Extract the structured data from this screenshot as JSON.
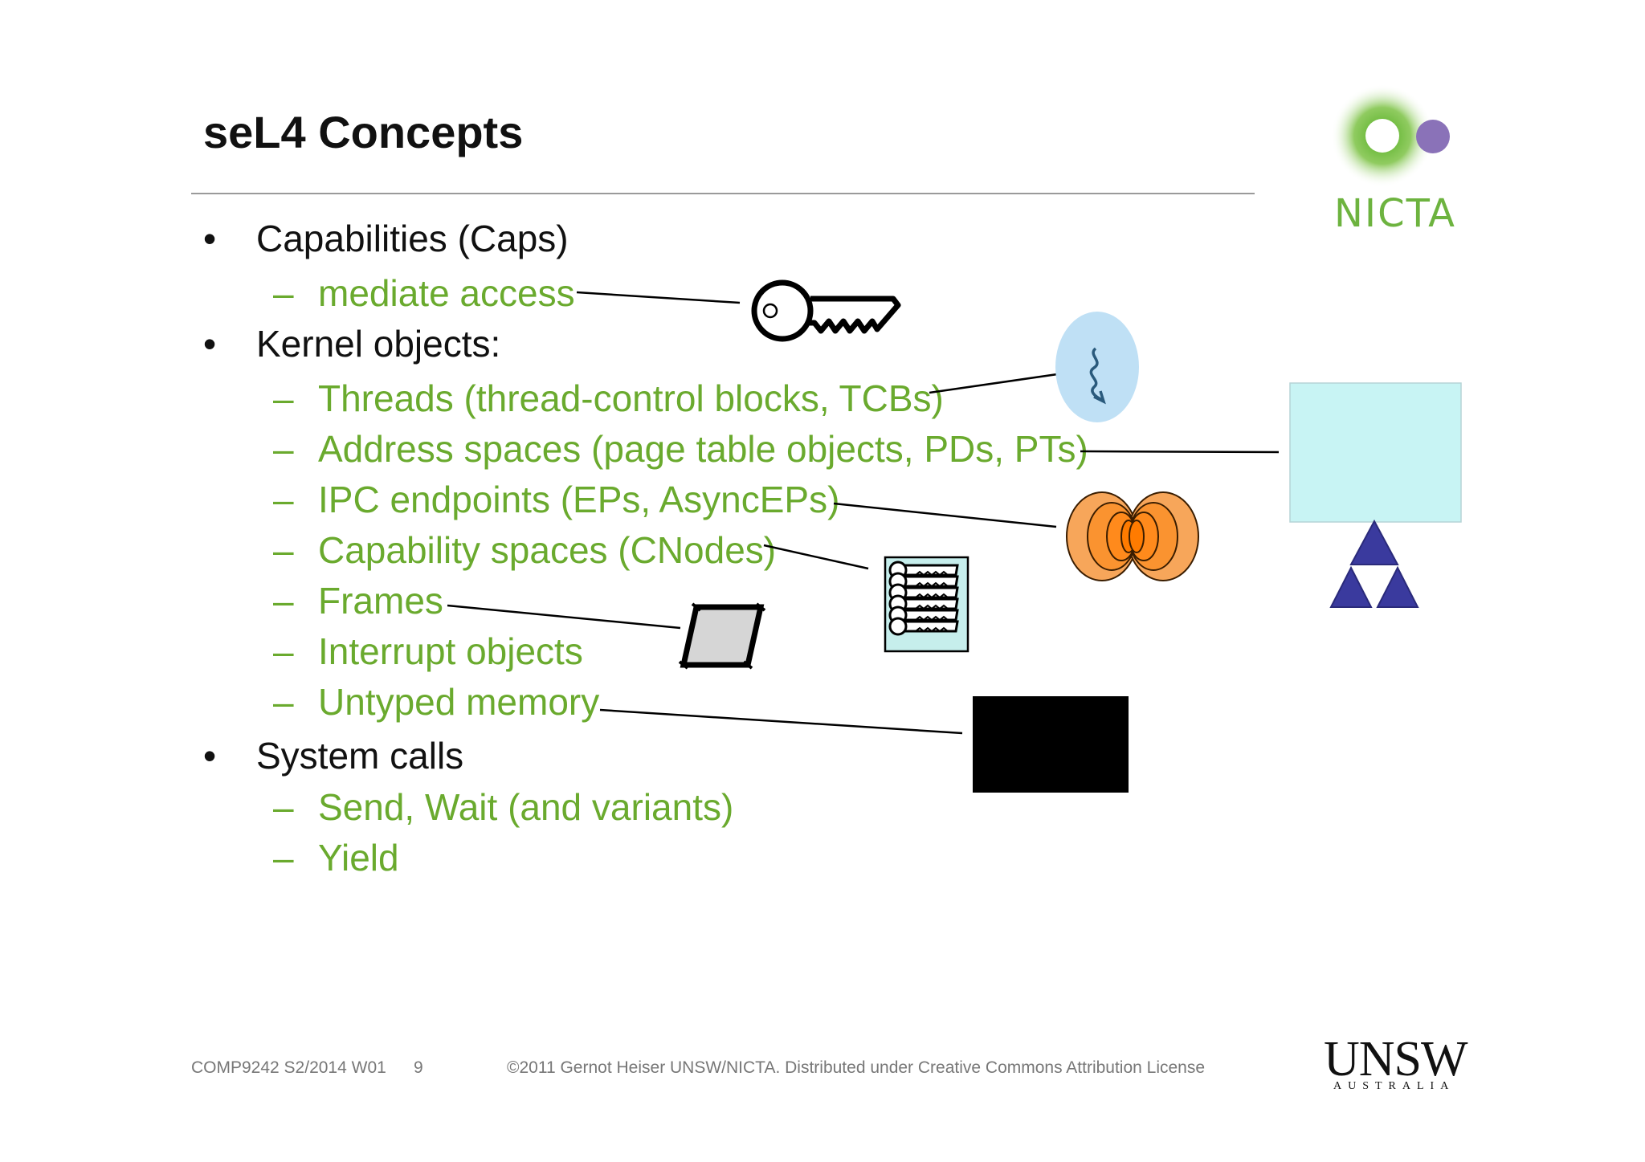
{
  "slide": {
    "title": "seL4 Concepts",
    "logo_text": "NICTA",
    "items": [
      {
        "level": 1,
        "marker": "•",
        "text": "Capabilities (Caps)"
      },
      {
        "level": 2,
        "marker": "–",
        "text": "mediate access"
      },
      {
        "level": 1,
        "marker": "•",
        "text": "Kernel objects:"
      },
      {
        "level": 2,
        "marker": "–",
        "text": "Threads (thread-control blocks, TCBs)"
      },
      {
        "level": 2,
        "marker": "–",
        "text": "Address spaces (page table objects, PDs, PTs)"
      },
      {
        "level": 2,
        "marker": "–",
        "text": "IPC endpoints (EPs, AsyncEPs)"
      },
      {
        "level": 2,
        "marker": "–",
        "text": "Capability spaces (CNodes)"
      },
      {
        "level": 2,
        "marker": "–",
        "text": "Frames"
      },
      {
        "level": 2,
        "marker": "–",
        "text": "Interrupt objects"
      },
      {
        "level": 2,
        "marker": "–",
        "text": "Untyped memory"
      },
      {
        "level": 1,
        "marker": "•",
        "text": "System calls"
      },
      {
        "level": 2,
        "marker": "–",
        "text": "Send, Wait (and variants)"
      },
      {
        "level": 2,
        "marker": "–",
        "text": "Yield"
      }
    ],
    "footer": {
      "course": "COMP9242 S2/2014 W01",
      "page": "9",
      "copyright": "©2011 Gernot Heiser UNSW/NICTA. Distributed under Creative Commons Attribution License"
    },
    "unsw_logo": {
      "main": "UNSW",
      "sub": "AUSTRALIA"
    }
  },
  "icons": {
    "capability": "key-icon",
    "thread": "thread-icon",
    "address_space": "address-space-icon",
    "endpoint": "ipc-endpoint-icon",
    "cnode": "cnode-icon",
    "frame": "frame-icon",
    "untyped": "untyped-memory-icon"
  },
  "colors": {
    "accent_green": "#6aaa2e",
    "nicta_green": "#6db33f",
    "nicta_purple": "#8a72b8",
    "thread_blue": "#bfe0f5",
    "address_space_cyan": "#c8f4f4",
    "triangle_blue": "#3a3a9e",
    "endpoint_orange": "#ff8a1c",
    "text": "#111111",
    "footer_gray": "#777777"
  }
}
